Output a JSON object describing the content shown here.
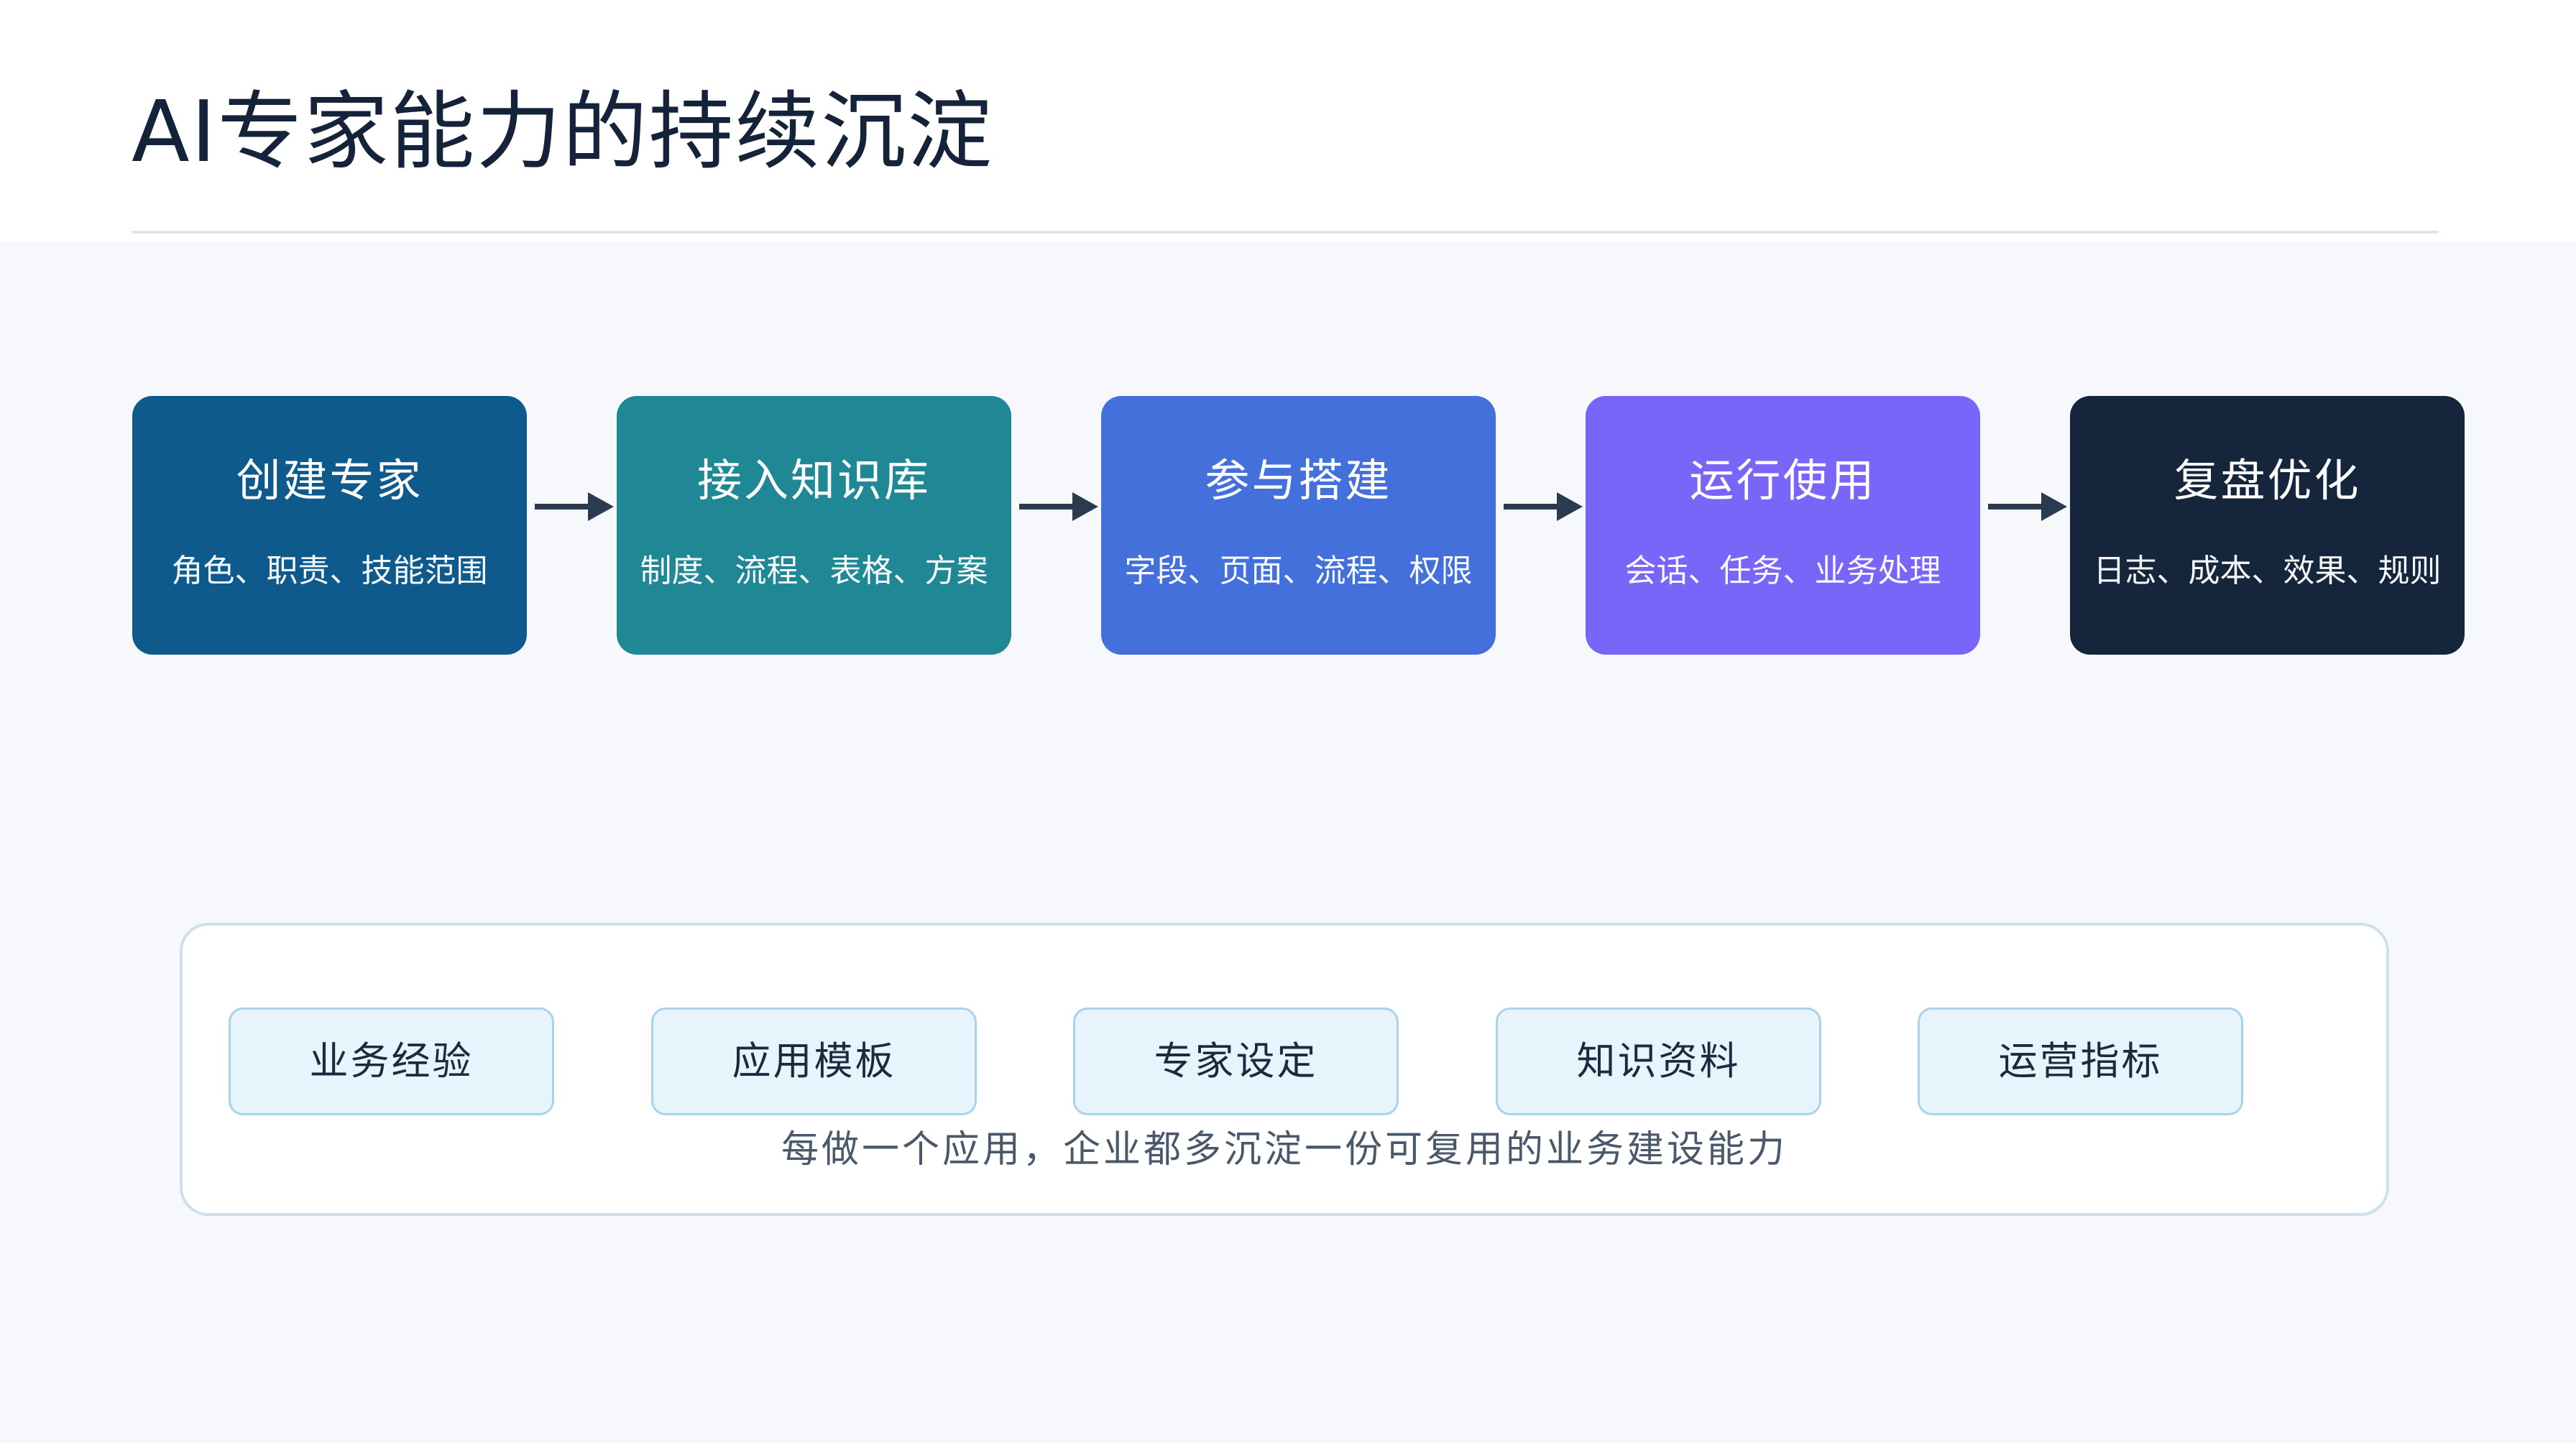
{
  "page": {
    "title": "AI专家能力的持续沉淀"
  },
  "flow": {
    "steps": [
      {
        "title": "创建专家",
        "desc": "角色、职责、技能范围",
        "color": "#0f5a8c"
      },
      {
        "title": "接入知识库",
        "desc": "制度、流程、表格、方案",
        "color": "#1f8894"
      },
      {
        "title": "参与搭建",
        "desc": "字段、页面、流程、权限",
        "color": "#4470dc"
      },
      {
        "title": "运行使用",
        "desc": "会话、任务、业务处理",
        "color": "#7965f8"
      },
      {
        "title": "复盘优化",
        "desc": "日志、成本、效果、规则",
        "color": "#15253b"
      }
    ],
    "arrow_color": "#2b3b4f"
  },
  "assets": {
    "items": [
      "业务经验",
      "应用模板",
      "专家设定",
      "知识资料",
      "运营指标"
    ],
    "caption": "每做一个应用，企业都多沉淀一份可复用的业务建设能力"
  }
}
